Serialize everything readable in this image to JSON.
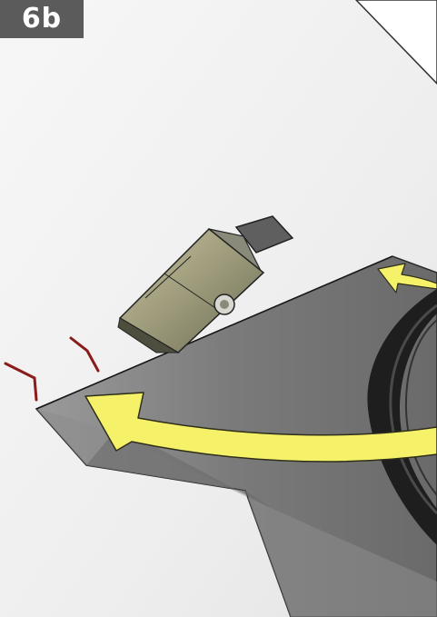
{
  "step": {
    "label": "6b"
  },
  "illustration": {
    "objects": [
      "snow-surface",
      "snow-trench",
      "anchor-plate",
      "rotation-arrow-large",
      "rotation-arrow-small",
      "rope-coil",
      "marker-stakes"
    ],
    "colors": {
      "snow": "#f2f2f2",
      "trench": "#7a7a7a",
      "arrow": "#f5f26a",
      "arrow_outline": "#2e2e1a",
      "rope": "#1e1e1e",
      "stake": "#8a1c1c",
      "badge": "#5b5b5b"
    }
  }
}
